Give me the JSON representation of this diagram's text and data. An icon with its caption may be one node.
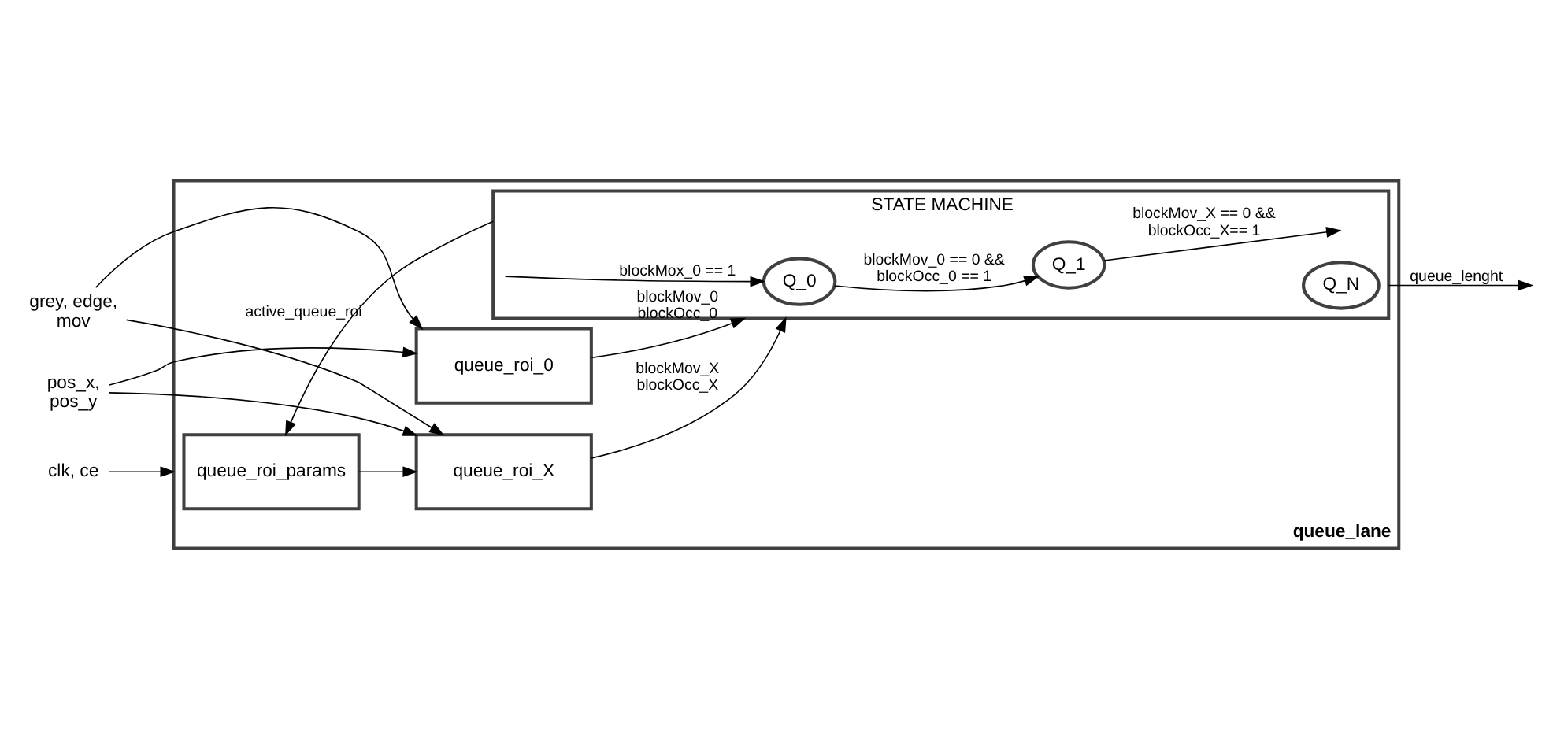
{
  "diagram": {
    "nodes": [
      {
        "text": [
          "queue_lane"
        ]
      },
      {
        "text": [
          "queue_roi_params"
        ],
        "in": 0
      },
      {
        "text": [
          "queue_roi_X"
        ],
        "in": 0
      },
      {
        "text": [
          "queue_roi_0"
        ],
        "in": 0
      },
      {
        "text": [
          "STATE MACHINE"
        ],
        "in": 0
      },
      {
        "text": [
          "Q_0"
        ],
        "in": 4
      },
      {
        "text": [
          "Q_1"
        ],
        "in": 4
      },
      {
        "text": [
          "Q_N"
        ],
        "in": 4
      },
      {
        "text": [
          "clk, ce"
        ]
      },
      {
        "text": [
          "grey, edge, mov"
        ]
      },
      {
        "text": [
          "pos_x, pos_y"
        ]
      }
    ],
    "edges": [
      {
        "from": 8,
        "to": 0,
        "arrow": "to"
      },
      {
        "from": 4,
        "to": 1,
        "arrow": "to",
        "label": "active_queue_roi"
      },
      {
        "from": 1,
        "to": 2,
        "arrow": "to"
      },
      {
        "from": 9,
        "to": 2,
        "arrow": "to"
      },
      {
        "from": 9,
        "to": 3,
        "arrow": "to"
      },
      {
        "from": 10,
        "to": 2,
        "arrow": "to"
      },
      {
        "from": 10,
        "to": 3,
        "arrow": "to"
      },
      {
        "from": 2,
        "to": 4,
        "arrow": "to",
        "label": "blockMov_X blockOcc_X"
      },
      {
        "from": 3,
        "to": 4,
        "arrow": "to",
        "label": "blockMov_0 blockOcc_0"
      },
      {
        "from": 4,
        "to": null,
        "arrow": "to",
        "label": "queue_lenght"
      },
      {
        "from": null,
        "to": 5,
        "arrow": "to",
        "label": "blockMox_0 == 1"
      },
      {
        "from": 5,
        "to": 6,
        "arrow": "to",
        "label": "blockMov_0 == 0 && blockOcc_0 == 1"
      },
      {
        "from": 6,
        "to": null,
        "arrow": "to",
        "label": "blockMov_X == 0 && blockOcc_X== 1"
      }
    ]
  }
}
